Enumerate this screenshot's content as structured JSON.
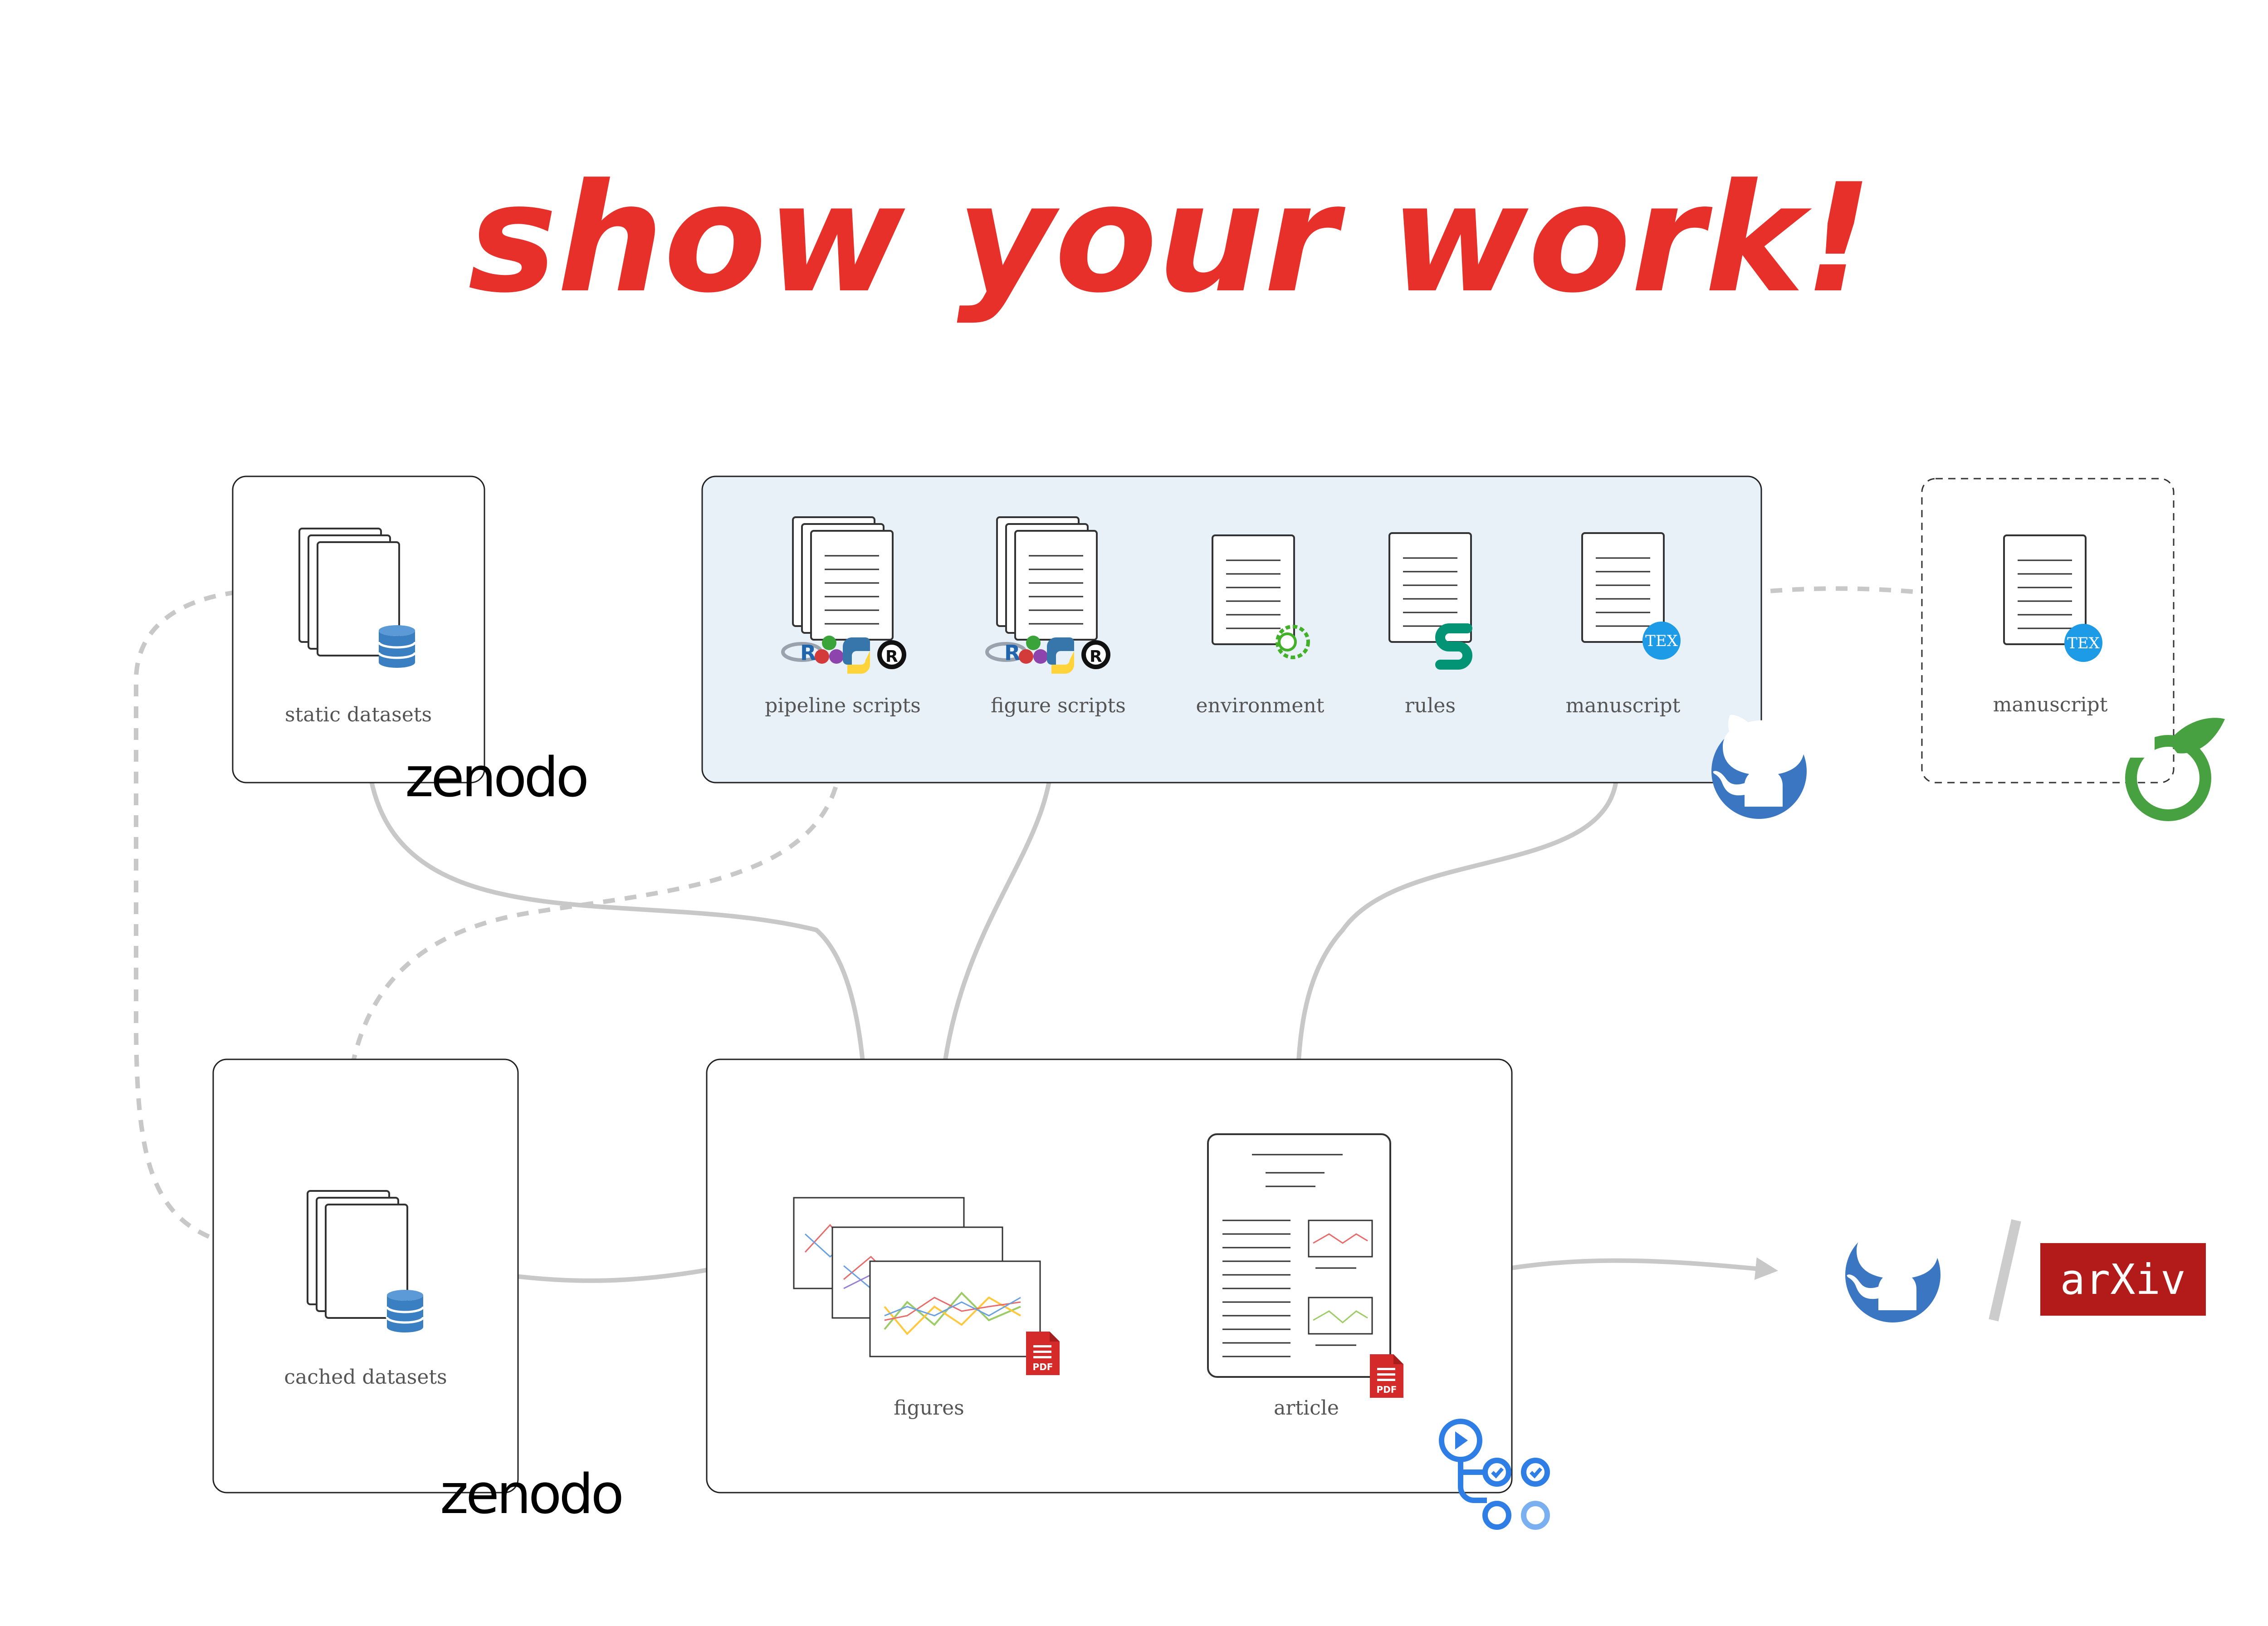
{
  "title": "show your work!",
  "nodes": {
    "static_datasets": "static datasets",
    "pipeline_scripts": "pipeline scripts",
    "figure_scripts": "figure scripts",
    "environment": "environment",
    "rules": "rules",
    "manuscript_repo": "manuscript",
    "manuscript_overleaf": "manuscript",
    "cached_datasets": "cached datasets",
    "figures": "figures",
    "article": "article"
  },
  "logos": {
    "zenodo_top": "zenodo",
    "zenodo_bottom": "zenodo",
    "arxiv": "arXiv",
    "tex": "TEX",
    "pdf": "PDF"
  },
  "icons": [
    "github-icon",
    "overleaf-icon",
    "zenodo-logo",
    "arxiv-logo",
    "github-actions-icon",
    "database-icon",
    "pdf-icon",
    "python-icon",
    "r-icon",
    "rust-icon",
    "conda-icon",
    "snakemake-icon",
    "tex-icon"
  ],
  "colors": {
    "title": "#e8302a",
    "repo_panel": "#e8f0f8",
    "arrow": "#c8c8c8",
    "github": "#3b76c3",
    "overleaf": "#47a141",
    "arxiv": "#b31b1b",
    "database": "#3a7fc1",
    "pdf": "#d42a2a"
  }
}
